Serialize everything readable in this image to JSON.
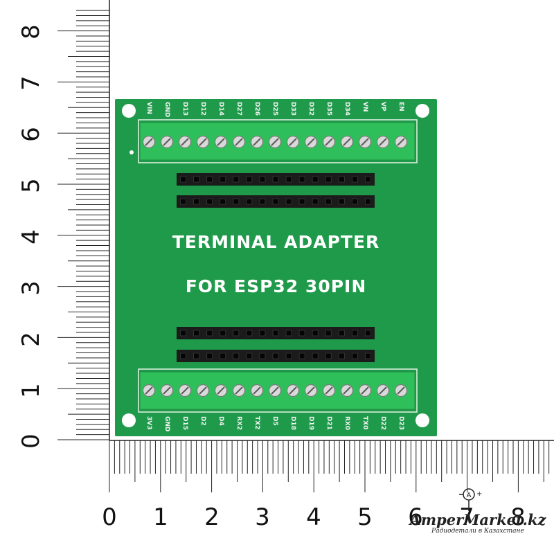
{
  "ruler": {
    "vertical_numbers": [
      "0",
      "1",
      "2",
      "3",
      "4",
      "5",
      "6",
      "7",
      "8"
    ],
    "horizontal_numbers": [
      "0",
      "1",
      "2",
      "3",
      "4",
      "5",
      "6",
      "7",
      "8"
    ]
  },
  "board": {
    "title_line1": "TERMINAL  ADAPTER",
    "title_line2": "FOR ESP32 30PIN",
    "top_pins": [
      "VIN",
      "GND",
      "D13",
      "D12",
      "D14",
      "D27",
      "D26",
      "D25",
      "D33",
      "D32",
      "D35",
      "D34",
      "VN",
      "VP",
      "EN"
    ],
    "bottom_pins": [
      "3V3",
      "GND",
      "D15",
      "D2",
      "D4",
      "RX2",
      "TX2",
      "D5",
      "D18",
      "D19",
      "D21",
      "RX0",
      "TX0",
      "D22",
      "D23"
    ],
    "colors": {
      "pcb": "#1f9a4a",
      "terminal_block": "#2fbf5a",
      "header": "#1b1b1b",
      "text": "#ffffff"
    }
  },
  "watermark": {
    "brand": "AmperMarket.kz",
    "subtitle": "Радиодетали в Казахстане"
  }
}
